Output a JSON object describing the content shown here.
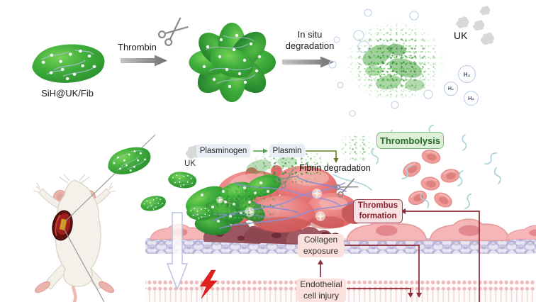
{
  "figure": {
    "panel_top": {
      "gel_label": "SiH@UK/Fib",
      "enzyme_label": "Thrombin",
      "process_label": "In situ degradation",
      "uk_label": "UK",
      "h2_label": "H₂"
    },
    "panel_bottom": {
      "uk_label": "UK",
      "plasminogen_label": "Plasminogen",
      "plasmin_label": "Plasmin",
      "fibrin_label": "Fibrin degradation",
      "thrombolysis_label": "Thrombolysis",
      "thrombus_label": "Thrombus formation",
      "collagen_label": "Collagen exposure",
      "endothelial_label": "Endothelial cell injury"
    },
    "colors": {
      "gel_green": "#3fae3c",
      "thrombolysis_text_green": "#266b2e",
      "alert_dark_red": "#8d2b37",
      "collagen_lavender": "#b7b3d6",
      "membrane_pink": "#f0b9bd",
      "rbc_salmon": "#ef9d9b",
      "chip_blue": "#e9edf6",
      "chip_pink": "#fbe1dd"
    }
  }
}
